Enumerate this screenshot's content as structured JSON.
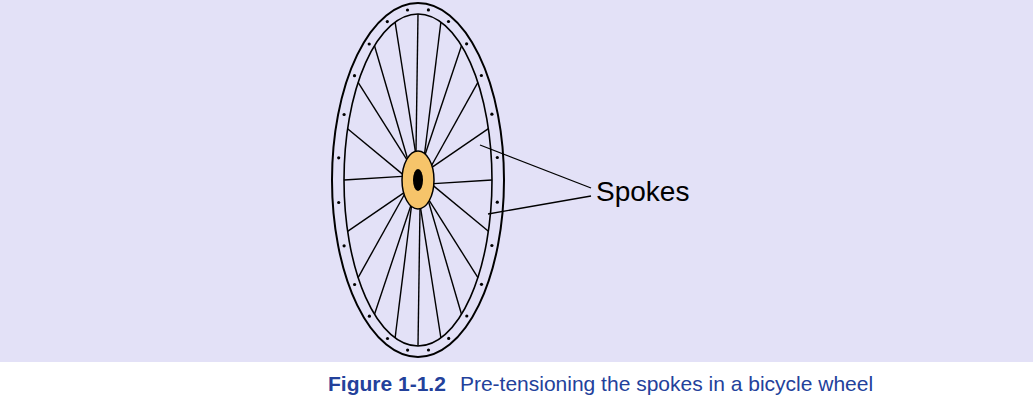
{
  "diagram": {
    "caption": "Pre-tensioning the spokes in a bicycle wheel",
    "labels": [
      "Spokes",
      "Figure 1-1.2"
    ]
  }
}
